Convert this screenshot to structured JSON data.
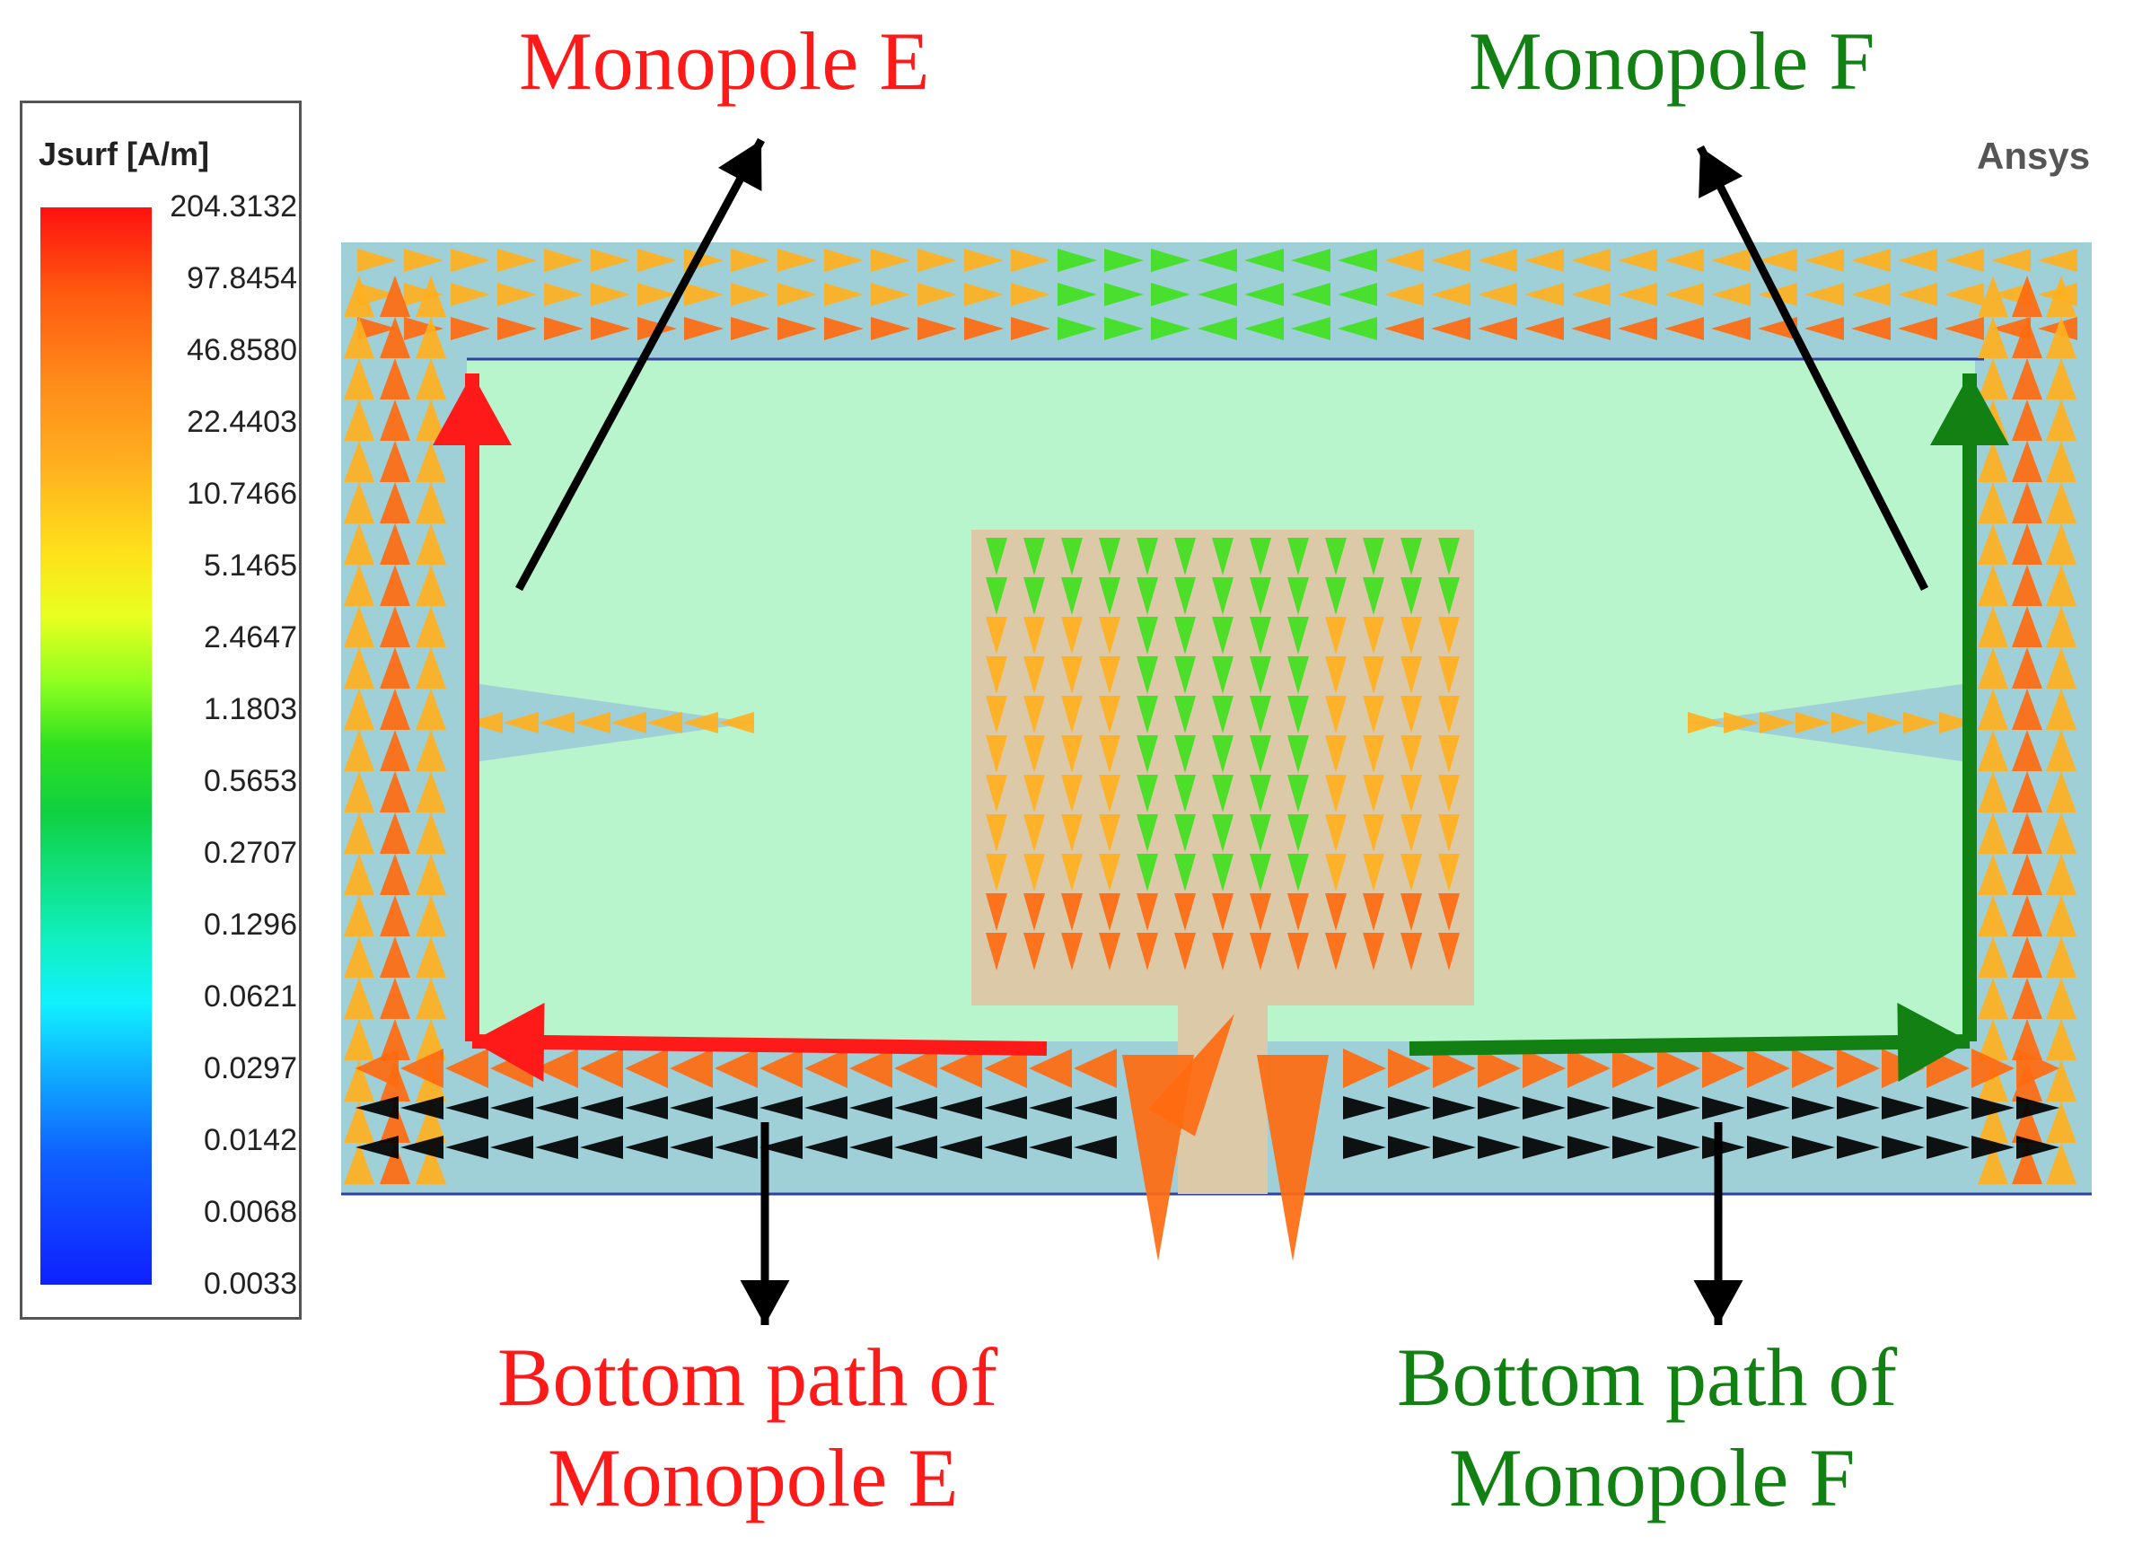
{
  "legend": {
    "title": "Jsurf [A/m]",
    "values": [
      "204.3132",
      "97.8454",
      "46.8580",
      "22.4403",
      "10.7466",
      "5.1465",
      "2.4647",
      "1.1803",
      "0.5653",
      "0.2707",
      "0.1296",
      "0.0621",
      "0.0297",
      "0.0142",
      "0.0068",
      "0.0033"
    ]
  },
  "watermark": "Ansys",
  "labels": {
    "monopole_e": "Monopole E",
    "monopole_f": "Monopole F",
    "bottom_e_line1": "Bottom path of",
    "bottom_e_line2": "Monopole E",
    "bottom_f_line1": "Bottom path of",
    "bottom_f_line2": "Monopole F"
  },
  "colors": {
    "monopole_e": "#ff1a1a",
    "monopole_f": "#128012",
    "substrate": "#b8f5cc",
    "trace": "#9fd0d8",
    "patch": "#dcc9a8",
    "arrow_high": "#ff6a10",
    "arrow_mid": "#ffb020",
    "arrow_low": "#40e020"
  }
}
